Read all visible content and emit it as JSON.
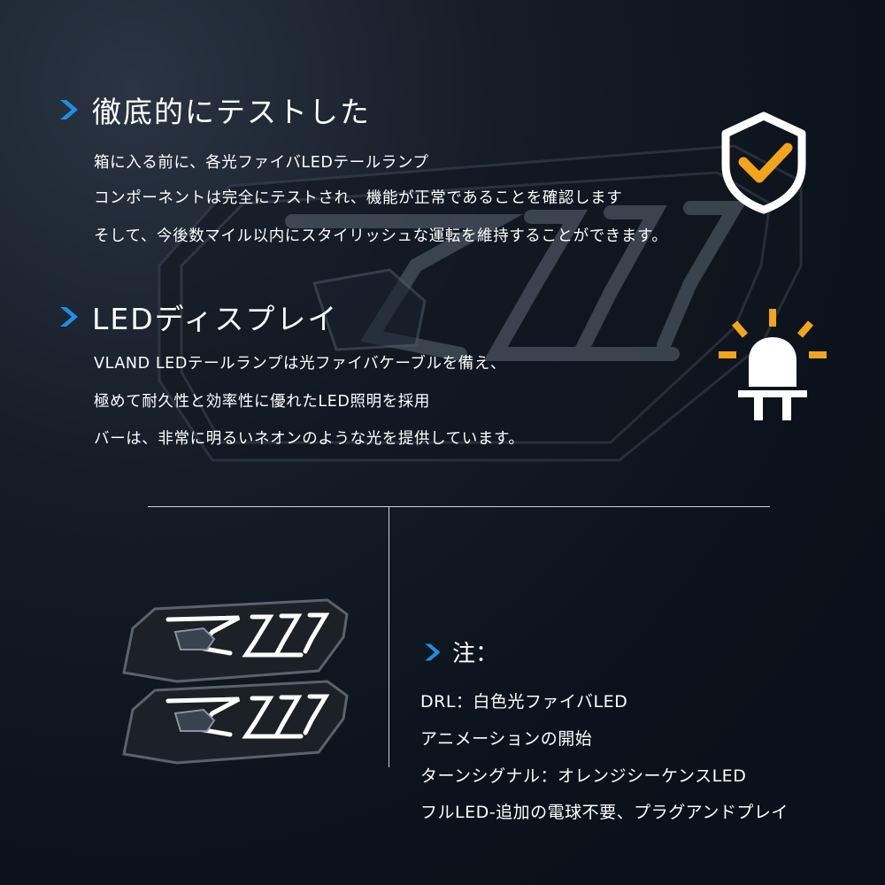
{
  "section1": {
    "heading": "徹底的にテストした",
    "lines": [
      "箱に入る前に、各光ファイバLEDテールランプ",
      "コンポーネントは完全にテストされ、機能が正常であることを確認します",
      "そして、今後数マイル以内にスタイリッシュな運転を維持することができます。"
    ]
  },
  "section2": {
    "heading": "LEDディスプレイ",
    "lines": [
      "VLAND LEDテールランプは光ファイバケーブルを備え、",
      "極めて耐久性と効率性に優れたLED照明を採用",
      "バーは、非常に明るいネオンのような光を提供しています。"
    ]
  },
  "note": {
    "title": "注：",
    "lines": [
      "DRL：白色光ファイバLED",
      "アニメーションの開始",
      "ターンシグナル：オレンジシーケンスLED",
      "フルLED-追加の電球不要、プラグアンドプレイ"
    ]
  },
  "icons": {
    "chevron": "chevron-right-icon",
    "shield": "shield-check-icon",
    "light": "led-bulb-icon"
  },
  "colors": {
    "accent_blue": "#1e8fe6",
    "accent_orange": "#f2a51a",
    "text": "#ffffff",
    "background": "#0e1520"
  }
}
